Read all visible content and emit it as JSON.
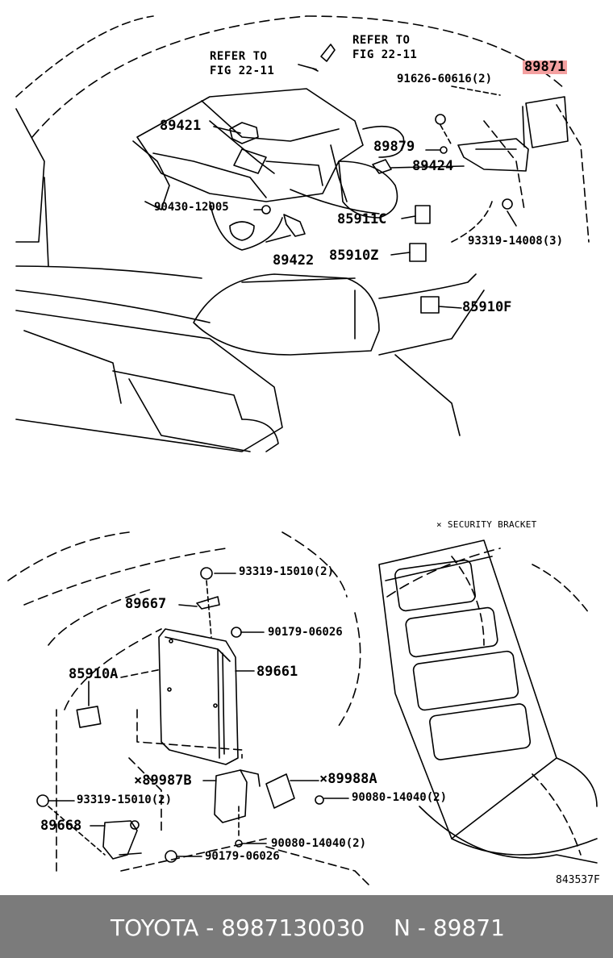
{
  "upper": {
    "refer_left": [
      "REFER TO",
      "FIG 22-11"
    ],
    "refer_right": [
      "REFER TO",
      "FIG 22-11"
    ],
    "highlighted_part": "89871",
    "parts": {
      "p91626": "91626-60616(2)",
      "p89421": "89421",
      "p89879": "89879",
      "p89424": "89424",
      "p90430": "90430-12005",
      "p85911c": "85911C",
      "p93319_3": "93319-14008(3)",
      "p89422": "89422",
      "p85910z": "85910Z",
      "p85910f": "85910F"
    }
  },
  "lower": {
    "note": "× SECURITY BRACKET",
    "parts": {
      "p93319_a": "93319-15010(2)",
      "p89667": "89667",
      "p90179_a": "90179-06026",
      "p89661": "89661",
      "p85910a": "85910A",
      "p89987b": "×89987B",
      "p89988a": "×89988A",
      "p93319_b": "93319-15010(2)",
      "p90080_a": "90080-14040(2)",
      "p89668": "89668",
      "p90080_b": "90080-14040(2)",
      "p90179_b": "90179-06026"
    },
    "illustration_id": "843537F"
  },
  "footer": {
    "left": "TOYOTA - 8987130030",
    "right": "N - 89871"
  },
  "colors": {
    "highlight": "#f4a0a0",
    "footer_bg": "#7b7b7b"
  }
}
